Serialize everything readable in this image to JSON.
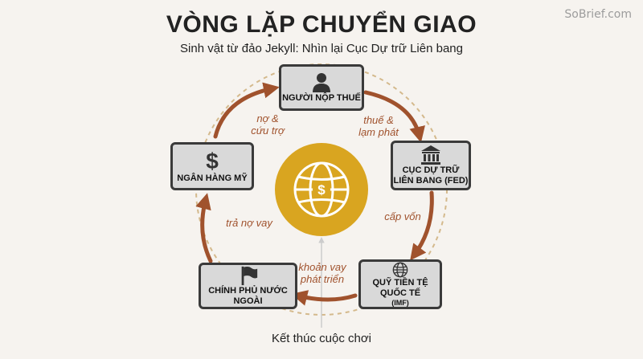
{
  "watermark": "SoBrief.com",
  "title": "VÒNG LẶP CHUYỂN GIAO",
  "subtitle": "Sinh vật từ đảo Jekyll: Nhìn lại Cục Dự trữ Liên bang",
  "colors": {
    "arrow": "#a0522d",
    "circle": "#d4b98c",
    "center_fill": "#d9a520",
    "node_fill": "#d9d9d9",
    "node_border": "#3a3a3a"
  },
  "nodes": {
    "taxpayer": {
      "label": "NGƯỜI NỘP THUẾ",
      "icon": "person-icon"
    },
    "fed": {
      "label": "CỤC DỰ TRỮ\nLIÊN BANG (FED)",
      "icon": "bank-building-icon"
    },
    "imf": {
      "label": "QUỸ TIỀN TỆ QUỐC TẾ",
      "sub": "(IMF)",
      "icon": "globe-icon"
    },
    "gov": {
      "label": "CHÍNH PHỦ NƯỚC NGOÀI",
      "icon": "flag-icon"
    },
    "bank": {
      "label": "NGÂN HÀNG MỸ",
      "icon": "dollar-icon"
    }
  },
  "edges": {
    "tax_inflation": "thuế &\nlạm phát",
    "funding": "cấp vốn",
    "dev_loan": "khoản vay\nphát triển",
    "repay": "trả nợ vay",
    "debt_relief": "nợ &\ncứu trợ"
  },
  "center_icon": "globe-dollar-icon",
  "footer": "Kết thúc cuộc chơi"
}
